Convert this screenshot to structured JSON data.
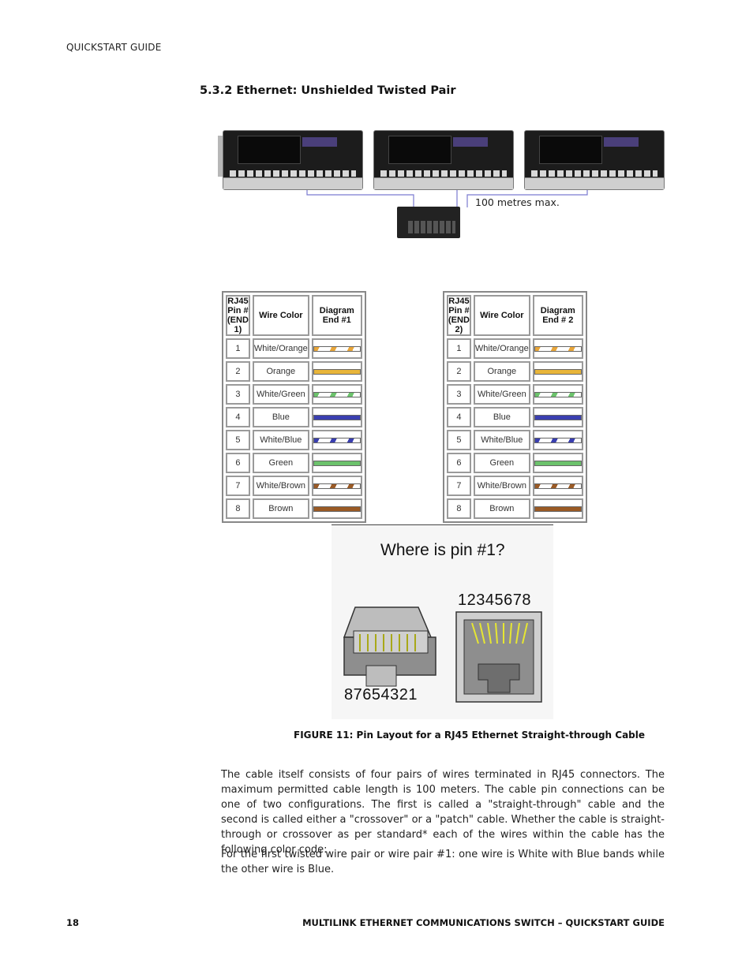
{
  "header": {
    "label": "QUICKSTART GUIDE"
  },
  "section": {
    "title": "5.3.2  Ethernet: Unshielded Twisted Pair"
  },
  "network_diagram": {
    "cable_note": "100 metres max."
  },
  "pin_tables": [
    {
      "headers": [
        "RJ45 Pin # (END 1)",
        "Wire Color",
        "Diagram End #1"
      ],
      "rows": [
        {
          "pin": "1",
          "color": "White/Orange",
          "stripe": true,
          "hex": "#e8a63a"
        },
        {
          "pin": "2",
          "color": "Orange",
          "stripe": false,
          "hex": "#e8b53a"
        },
        {
          "pin": "3",
          "color": "White/Green",
          "stripe": true,
          "hex": "#6cc26c"
        },
        {
          "pin": "4",
          "color": "Blue",
          "stripe": false,
          "hex": "#3a3fb0"
        },
        {
          "pin": "5",
          "color": "White/Blue",
          "stripe": true,
          "hex": "#3a3fb0"
        },
        {
          "pin": "6",
          "color": "Green",
          "stripe": false,
          "hex": "#6cc26c"
        },
        {
          "pin": "7",
          "color": "White/Brown",
          "stripe": true,
          "hex": "#9a5a25"
        },
        {
          "pin": "8",
          "color": "Brown",
          "stripe": false,
          "hex": "#9a5a25"
        }
      ]
    },
    {
      "headers": [
        "RJ45 Pin # (END 2)",
        "Wire Color",
        "Diagram End # 2"
      ],
      "rows": [
        {
          "pin": "1",
          "color": "White/Orange",
          "stripe": true,
          "hex": "#e8a63a"
        },
        {
          "pin": "2",
          "color": "Orange",
          "stripe": false,
          "hex": "#e8b53a"
        },
        {
          "pin": "3",
          "color": "White/Green",
          "stripe": true,
          "hex": "#6cc26c"
        },
        {
          "pin": "4",
          "color": "Blue",
          "stripe": false,
          "hex": "#3a3fb0"
        },
        {
          "pin": "5",
          "color": "White/Blue",
          "stripe": true,
          "hex": "#3a3fb0"
        },
        {
          "pin": "6",
          "color": "Green",
          "stripe": false,
          "hex": "#6cc26c"
        },
        {
          "pin": "7",
          "color": "White/Brown",
          "stripe": true,
          "hex": "#9a5a25"
        },
        {
          "pin": "8",
          "color": "Brown",
          "stripe": false,
          "hex": "#9a5a25"
        }
      ]
    }
  ],
  "rj45_figure": {
    "title": "Where is pin #1?",
    "jack_pins": "12345678",
    "plug_pins": "87654321"
  },
  "figure_caption": "FIGURE 11: Pin Layout for a RJ45 Ethernet Straight-through Cable",
  "body": {
    "paragraph_1": "The cable itself consists of four pairs of wires terminated in RJ45 connectors. The maximum permitted cable length is 100 meters. The cable pin connections can be one of two configurations. The first is called a \"straight-through\" cable and the second is called either a \"crossover\" or a \"patch\" cable. Whether the cable is straight-through or crossover as per standard* each of the wires within the cable has the following color code:",
    "paragraph_2": "For the first twisted wire pair or wire pair #1: one wire is White with Blue bands while the other wire is Blue."
  },
  "footer": {
    "page_number": "18",
    "title": "MULTILINK ETHERNET COMMUNICATIONS SWITCH – QUICKSTART GUIDE"
  }
}
